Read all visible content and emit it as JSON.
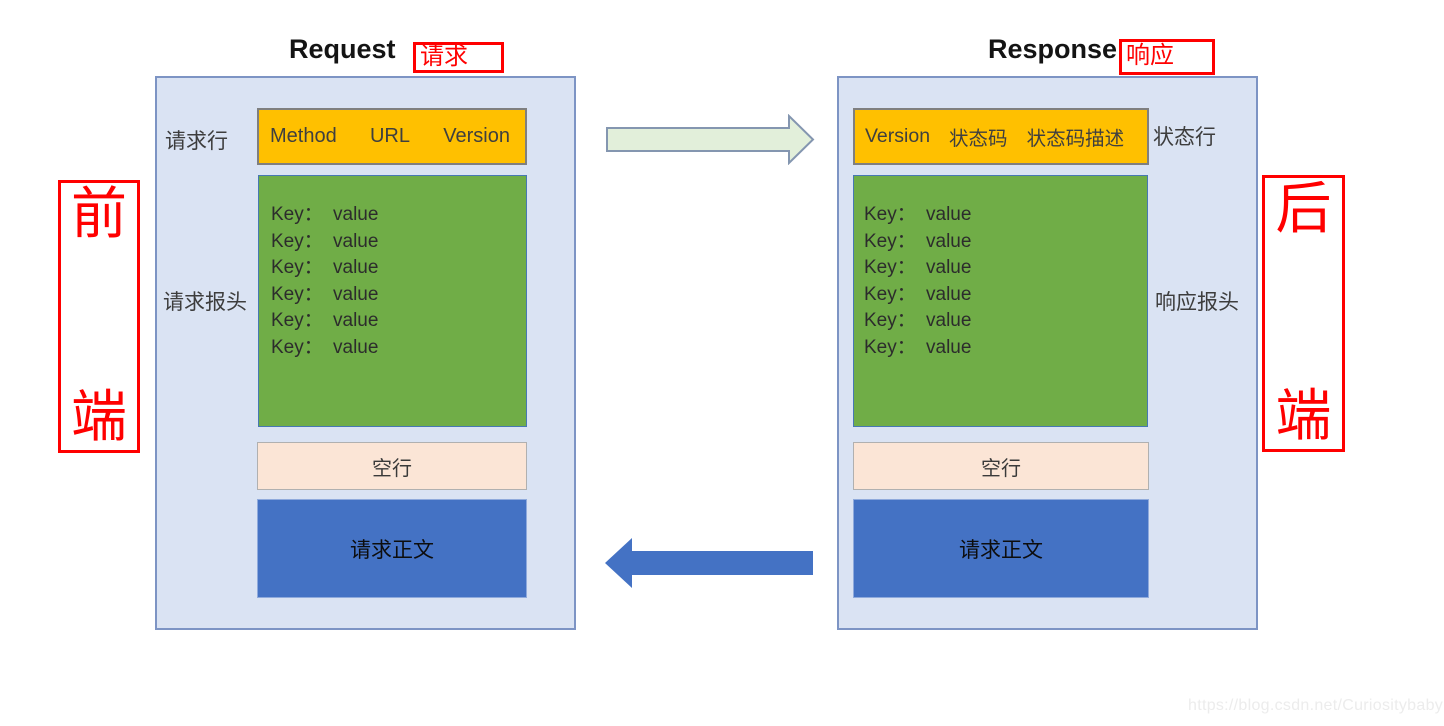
{
  "watermark": "https://blog.csdn.net/Curiositybaby",
  "colors": {
    "panel_bg": "#dae3f3",
    "panel_border": "#7d94c4",
    "line_bar_bg": "#ffc000",
    "headers_bg": "#70ad47",
    "blank_line_bg": "#fbe5d6",
    "body_bg": "#4472c4",
    "annotation_red": "#ff0000",
    "arrow_right_fill": "#e2efda",
    "arrow_right_stroke": "#8496b0",
    "arrow_left_fill": "#4472c4"
  },
  "request_panel": {
    "title": "Request",
    "tag": "请求",
    "line_label": "请求行",
    "line_fields": [
      "Method",
      "URL",
      "Version"
    ],
    "headers_label": "请求报头",
    "headers": [
      {
        "k": "Key：",
        "v": "value"
      },
      {
        "k": "Key：",
        "v": "value"
      },
      {
        "k": "Key：",
        "v": "value"
      },
      {
        "k": "Key：",
        "v": "value"
      },
      {
        "k": "Key：",
        "v": "value"
      },
      {
        "k": "Key：",
        "v": "value"
      }
    ],
    "blank_line": "空行",
    "body": "请求正文"
  },
  "response_panel": {
    "title": "Response",
    "tag": "响应",
    "line_label": "状态行",
    "line_fields": [
      "Version",
      "状态码",
      "状态码描述"
    ],
    "headers_label": "响应报头",
    "headers": [
      {
        "k": "Key：",
        "v": "value"
      },
      {
        "k": "Key：",
        "v": "value"
      },
      {
        "k": "Key：",
        "v": "value"
      },
      {
        "k": "Key：",
        "v": "value"
      },
      {
        "k": "Key：",
        "v": "value"
      },
      {
        "k": "Key：",
        "v": "value"
      }
    ],
    "blank_line": "空行",
    "body": "请求正文"
  },
  "side_annotations": {
    "left": [
      "前",
      "端"
    ],
    "right": [
      "后",
      "端"
    ]
  }
}
